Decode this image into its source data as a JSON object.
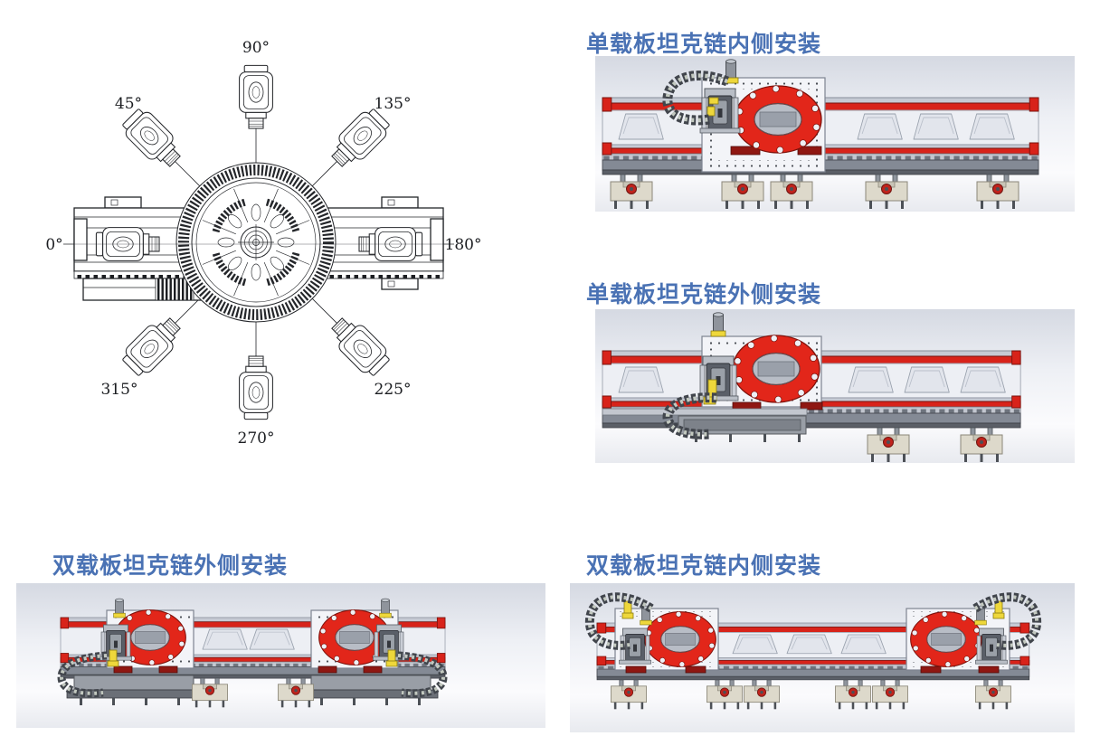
{
  "colors": {
    "title_blue": "#4a72b4",
    "machine_red": "#d8231a",
    "line_art_black": "#24262a",
    "render_background": "#d5d9e2"
  },
  "angle_diagram": {
    "labels": {
      "deg0": "0°",
      "deg45": "45°",
      "deg90": "90°",
      "deg135": "135°",
      "deg180": "180°",
      "deg225": "225°",
      "deg270": "270°",
      "deg315": "315°"
    }
  },
  "panels": [
    {
      "id": "single-carrier-chain-inside",
      "title": "单载板坦克链内侧安装"
    },
    {
      "id": "single-carrier-chain-outside",
      "title": "单载板坦克链外侧安装"
    },
    {
      "id": "double-carrier-chain-outside",
      "title": "双载板坦克链外侧安装"
    },
    {
      "id": "double-carrier-chain-inside",
      "title": "双载板坦克链内侧安装"
    }
  ]
}
